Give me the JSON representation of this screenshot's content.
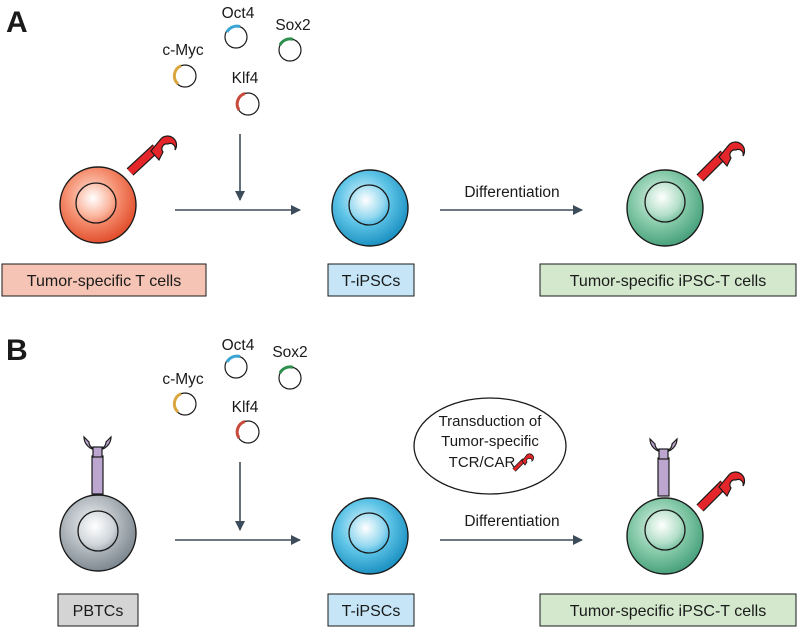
{
  "panel_a": {
    "letter": "A",
    "factors": {
      "oct4": "Oct4",
      "sox2": "Sox2",
      "cmyc": "c-Myc",
      "klf4": "Klf4"
    },
    "arrow_label": "Differentiation",
    "boxes": {
      "start": "Tumor-specific T cells",
      "middle": "T-iPSCs",
      "end": "Tumor-specific iPSC-T cells"
    }
  },
  "panel_b": {
    "letter": "B",
    "factors": {
      "oct4": "Oct4",
      "sox2": "Sox2",
      "cmyc": "c-Myc",
      "klf4": "Klf4"
    },
    "bubble": {
      "line1": "Transduction of",
      "line2": "Tumor-specific",
      "line3": "TCR/CAR"
    },
    "arrow_label": "Differentiation",
    "boxes": {
      "start": "PBTCs",
      "middle": "T-iPSCs",
      "end": "Tumor-specific iPSC-T cells"
    }
  },
  "colors": {
    "tumor_cell": "#ef6a4a",
    "ipsc_cell": "#3fb0d8",
    "ipsc_t_cell": "#5fb896",
    "pbtc_cell": "#9aa3ab",
    "receptor_red": "#e4262a",
    "receptor_purple": "#bca6cf",
    "arrow": "#3d4c5a",
    "oct4": "#3aa4d2",
    "sox2": "#2e8f4e",
    "cmyc": "#d9a640",
    "klf4": "#c84a3a",
    "box_tumor": "#f6c4b4",
    "box_ipsc": "#c6e6f7",
    "box_ipsc_t": "#d3e8cd",
    "box_pbtc": "#d4d4d4"
  }
}
